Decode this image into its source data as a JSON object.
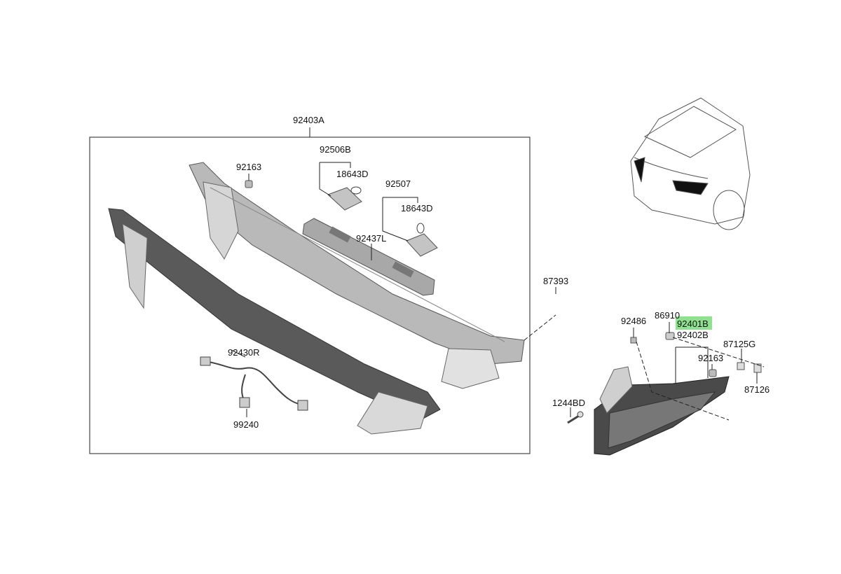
{
  "labels": {
    "assembly": "92403A",
    "bracket_lamp_1": "92506B",
    "bulb_1": "18643D",
    "grommet_1": "92163",
    "bracket_lamp_2": "92507",
    "bulb_2": "18643D",
    "cover": "92437L",
    "lens": "92430R",
    "wiring": "99240",
    "nut_1": "87393",
    "combination_lamp": "92401B",
    "combination_lamp_rh": "92402B",
    "clip_1": "86910",
    "clip_2": "92486",
    "grommet_2": "92163",
    "clip_3": "87125G",
    "screw_1": "87126",
    "bolt": "1244BD"
  },
  "highlighted_part": "92401B",
  "colors": {
    "highlight": "#8fe08f",
    "line": "#222222",
    "part_mid": "#8a8a8a",
    "part_dark": "#3a3a3a",
    "part_light": "#cfcfcf"
  },
  "icons": {
    "vehicle": "car-rear-view-icon"
  }
}
